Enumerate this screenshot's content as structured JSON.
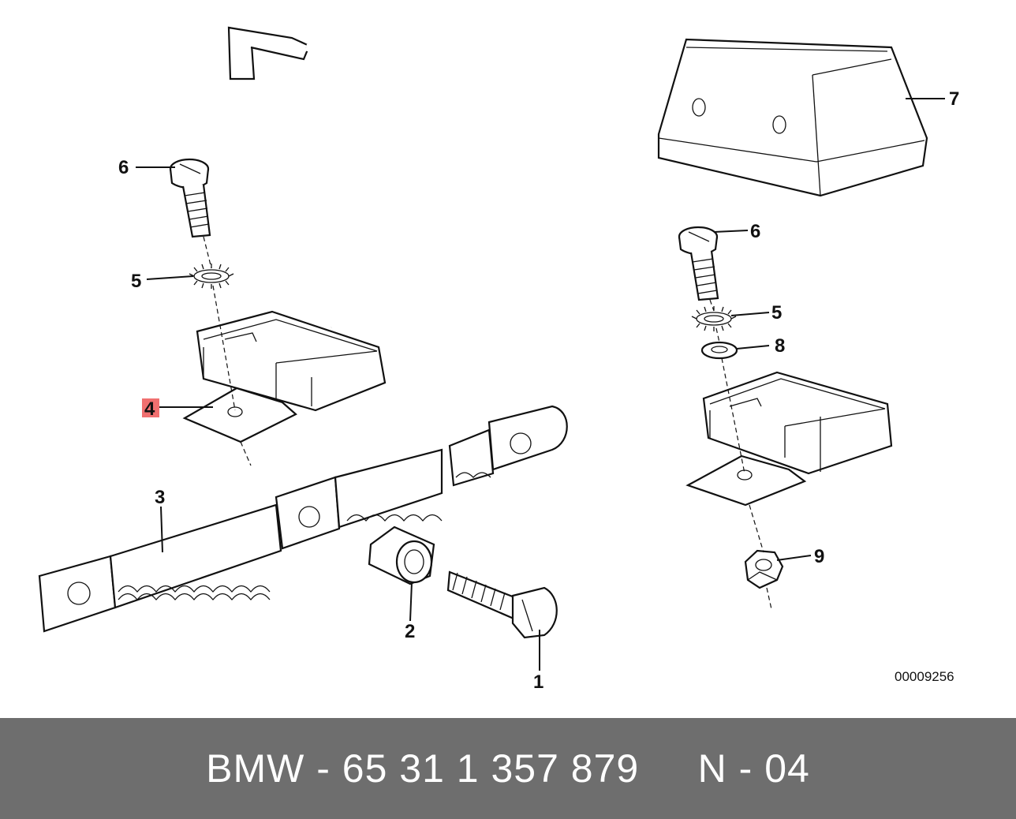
{
  "diagram": {
    "callouts": [
      {
        "id": "c1",
        "label": "1"
      },
      {
        "id": "c2",
        "label": "2"
      },
      {
        "id": "c3",
        "label": "3"
      },
      {
        "id": "c4",
        "label": "4",
        "highlighted": true
      },
      {
        "id": "c5a",
        "label": "5"
      },
      {
        "id": "c6a",
        "label": "6"
      },
      {
        "id": "c6b",
        "label": "6"
      },
      {
        "id": "c5b",
        "label": "5"
      },
      {
        "id": "c7",
        "label": "7"
      },
      {
        "id": "c8",
        "label": "8"
      },
      {
        "id": "c9",
        "label": "9"
      }
    ],
    "reference_number": "00009256",
    "highlight_color": "#f07070"
  },
  "footer": {
    "text": "BMW - 65 31 1 357 879     N - 04",
    "background": "#6e6e6e",
    "text_color": "#ffffff"
  }
}
